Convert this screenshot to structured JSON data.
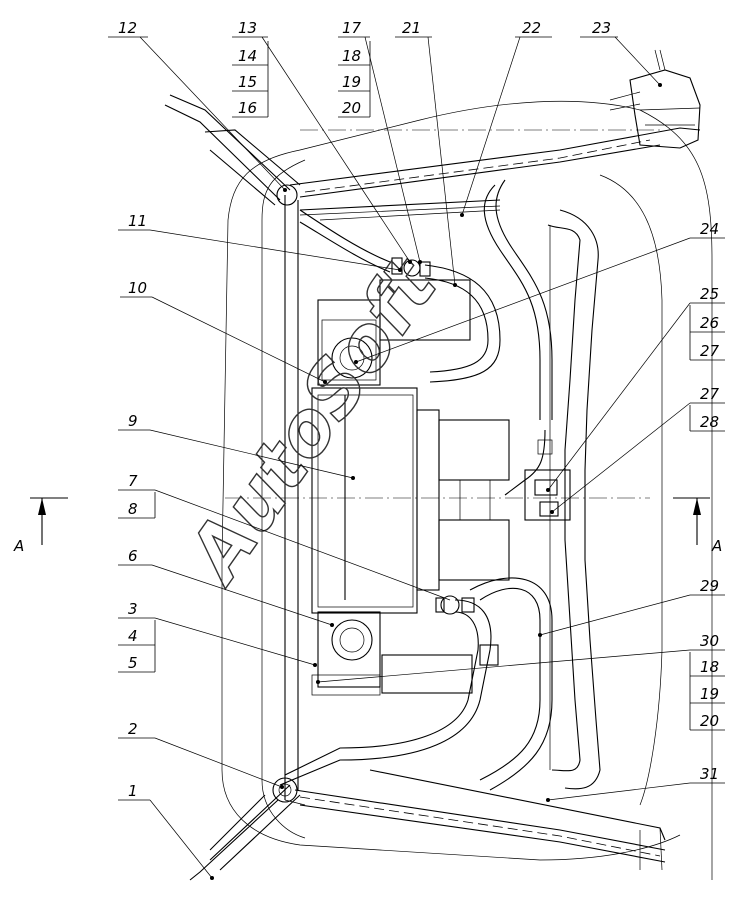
{
  "watermark": "AutoSoft",
  "section": {
    "left_letter": "A",
    "right_letter": "A"
  },
  "callouts": {
    "c1": "1",
    "c2": "2",
    "c3": "3",
    "c4": "4",
    "c5": "5",
    "c6": "6",
    "c7": "7",
    "c8": "8",
    "c9": "9",
    "c10": "10",
    "c11": "11",
    "c12": "12",
    "c13": "13",
    "c14": "14",
    "c15": "15",
    "c16": "16",
    "c17": "17",
    "c18a": "18",
    "c19a": "19",
    "c20a": "20",
    "c21": "21",
    "c22": "22",
    "c23": "23",
    "c24": "24",
    "c25": "25",
    "c26": "26",
    "c27a": "27",
    "c27b": "27",
    "c28": "28",
    "c29": "29",
    "c30": "30",
    "c18b": "18",
    "c19b": "19",
    "c20b": "20",
    "c31": "31"
  }
}
